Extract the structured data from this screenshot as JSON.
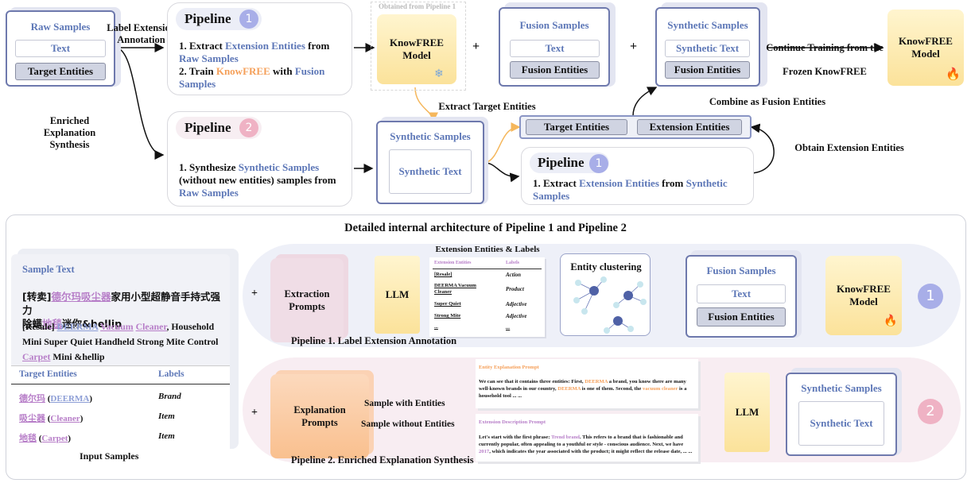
{
  "top": {
    "raw_samples": {
      "title": "Raw Samples",
      "text": "Text",
      "target": "Target Entities"
    },
    "label_extension_annotation": "Label Extension Annotation",
    "enriched_explanation_synthesis": "Enriched Explanation Synthesis",
    "pipeline1": {
      "name": "Pipeline",
      "badge": "1",
      "step1_a": "1. Extract ",
      "step1_b": "Extension Entities",
      "step1_c": " from ",
      "step1_d": "Raw Samples",
      "step2_a": "2. Train ",
      "step2_b": "KnowFREE",
      "step2_c": " with ",
      "step2_d": "Fusion Samples"
    },
    "pipeline2": {
      "name": "Pipeline",
      "badge": "2",
      "step1_a": "1. Synthesize ",
      "step1_b": "Synthetic Samples",
      "step1_c": " (without new entities)  samples from ",
      "step1_d": "Raw Samples"
    },
    "obtained_from": "Obtained from Pipeline 1",
    "knowfree_model": "KnowFREE Model",
    "plus": "+",
    "fusion_samples": {
      "title": "Fusion Samples",
      "text": "Text",
      "entities": "Fusion Entities"
    },
    "synthetic_samples_top": {
      "title": "Synthetic Samples",
      "text": "Synthetic Text",
      "entities": "Fusion Entities"
    },
    "continue_training": "Continue Training from the Frozen KnowFREE",
    "knowfree_final": "KnowFREE Model",
    "extract_target": "Extract Target Entities",
    "synthetic_samples_mid": {
      "title": "Synthetic Samples",
      "text": "Synthetic Text"
    },
    "target_entities": "Target Entities",
    "extension_entities": "Extension Entities",
    "combine_fusion": "Combine as Fusion Entities",
    "obtain_extension": "Obtain Extension Entities",
    "pipeline1_small": {
      "name": "Pipeline",
      "badge": "1",
      "a": "1. Extract ",
      "b": "Extension Entities",
      "c": " from ",
      "d": "Synthetic Samples"
    }
  },
  "bottom": {
    "title": "Detailed internal architecture of Pipeline 1 and Pipeline 2",
    "sample": {
      "heading": "Sample Text",
      "zh_line1_a": "[转卖]",
      "zh_line1_b": "德尔玛",
      "zh_line1_c": "吸尘器",
      "zh_line1_d": "家用小型超静音手持式强力",
      "zh_line2_a": "除螨",
      "zh_line2_b": "地毯",
      "zh_line2_c": "迷你&hellip",
      "en_a": "[Resale] ",
      "en_b": "DEERMA",
      "en_c": "Vacuum",
      "en_d": "Cleaner",
      "en_e": ", Household Mini Super Quiet Handheld Strong Mite Control ",
      "en_f": "Carpet",
      "en_g": " Mini &hellip",
      "col1": "Target Entities",
      "col2": "Labels",
      "rows": [
        {
          "zh": "德尔玛",
          "en": "DEERMA",
          "label": "Brand"
        },
        {
          "zh": "吸尘器",
          "en": "Cleaner",
          "label": "Item"
        },
        {
          "zh": "地毯",
          "en": "Carpet",
          "label": "Item"
        }
      ],
      "caption": "Input Samples"
    },
    "p1": {
      "plus": "+",
      "extraction_prompts": "Extraction Prompts",
      "llm": "LLM",
      "ext_title": "Extension Entities & Labels",
      "ext_table_h1": "Extension Entities",
      "ext_table_h2": "Labels",
      "ext_rows": [
        {
          "e": "[Resale]",
          "l": "Action"
        },
        {
          "e": "DEERMA Vacuum Cleaner",
          "l": "Product"
        },
        {
          "e": "Super Quiet",
          "l": "Adjective"
        },
        {
          "e": "Strong Mite",
          "l": "Adjective"
        },
        {
          "e": "...",
          "l": "..."
        }
      ],
      "clustering": "Entity clustering",
      "fusion": {
        "title": "Fusion Samples",
        "text": "Text",
        "entities": "Fusion Entities"
      },
      "knowfree": "KnowFREE Model",
      "badge": "1",
      "caption": "Pipeline 1. Label Extension Annotation"
    },
    "p2": {
      "plus": "+",
      "explanation_prompts": "Explanation Prompts",
      "with_entities": "Sample with Entities",
      "without_entities": "Sample without Entities",
      "entity_prompt_title": "Entity Explanation Prompt",
      "entity_prompt_a": "We can see that it contains three entities: First, ",
      "entity_prompt_b": "DEERMA",
      "entity_prompt_c": " a brand, you know there are many well-known brands in our country, ",
      "entity_prompt_d": "DEERMA",
      "entity_prompt_e": " is one of them. Second, the ",
      "entity_prompt_f": "vacuum cleaner",
      "entity_prompt_g": " is a household tool ... ...",
      "desc_prompt_title": "Extension Description Prompt",
      "desc_prompt_a": "Let's start with the first phrase: ",
      "desc_prompt_b": "Trend brand",
      "desc_prompt_c": ". This refers to a brand that is fashionable and currently popular, often appealing to a youthful or style - conscious audience. Next, we have ",
      "desc_prompt_d": "2017",
      "desc_prompt_e": ", which indicates the year associated with the product; it might reflect the release date, ... ...",
      "llm": "LLM",
      "synthetic": {
        "title": "Synthetic Samples",
        "text": "Synthetic Text"
      },
      "badge": "2",
      "caption": "Pipeline 2. Enriched Explanation Synthesis"
    }
  },
  "colors": {
    "accent_blue": "#5d77b7",
    "orange": "#f5a05a",
    "purple": "#b77ec8",
    "badge1": "#a8aee8",
    "badge2": "#efb2c4"
  }
}
